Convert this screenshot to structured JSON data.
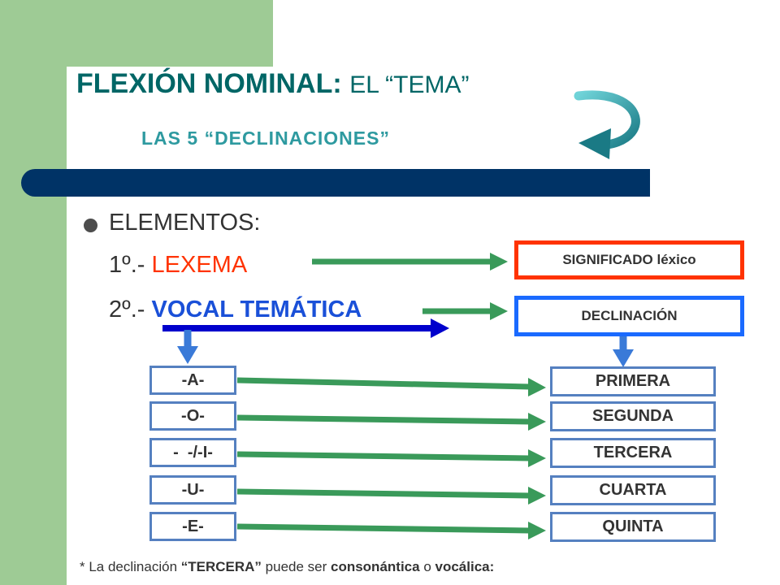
{
  "title": {
    "bold": "FLEXIÓN NOMINAL:",
    "light": "EL “TEMA”"
  },
  "subtitle": "LAS 5 “DECLINACIONES”",
  "elements": {
    "heading": "ELEMENTOS:",
    "item1_prefix": "1º.-",
    "item1_term": "LEXEMA",
    "item2_prefix": "2º.-",
    "item2_term": "VOCAL TEMÁTICA"
  },
  "meaning_boxes": {
    "lexema": "SIGNIFICADO léxico",
    "vocal": "DECLINACIÓN"
  },
  "vowels": [
    "-A-",
    "-O-",
    "-  -/-I-",
    "-U-",
    "-E-"
  ],
  "declensions": [
    "PRIMERA",
    "SEGUNDA",
    "TERCERA",
    "CUARTA",
    "QUINTA"
  ],
  "footnote": {
    "part1": "* La declinación ",
    "term": "“TERCERA”",
    "part2": " puede ser ",
    "option1": "consonántica",
    "part3": " o ",
    "option2": "vocálica:"
  },
  "colors": {
    "title": "#006666",
    "subtitle": "#2e9aa0",
    "bar": "#003366",
    "lexema": "#ff3300",
    "vocal": "#1a50d8",
    "green_arrow": "#3a9a5a",
    "green_bg": "#9ecb95"
  },
  "icons": [
    "curved-arrow-icon",
    "bullet-icon",
    "arrow-right-icon",
    "arrow-down-icon"
  ]
}
